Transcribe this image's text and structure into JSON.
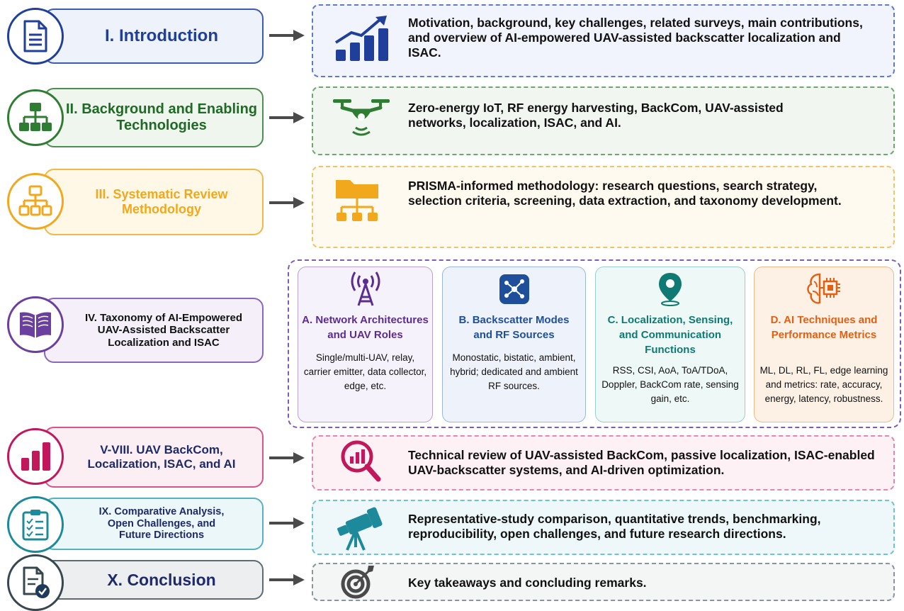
{
  "sections": [
    {
      "title": "I. Introduction",
      "description": "Motivation, background, key challenges, related surveys, main contributions, and overview of AI-empowered UAV-assisted backscatter localization and ISAC.",
      "icon": "document-icon",
      "color": "#1f3f9a"
    },
    {
      "title": "II. Background and Enabling Technologies",
      "description": "Zero-energy IoT, RF energy harvesting, BackCom, UAV-assisted networks, localization, ISAC, and AI.",
      "icon": "hierarchy-icon",
      "color": "#2e7d32"
    },
    {
      "title": "III. Systematic Review Methodology",
      "description": "PRISMA-informed methodology: research questions, search strategy, selection criteria, screening, data extraction, and taxonomy development.",
      "icon": "hierarchy-icon",
      "color": "#f2a81d"
    },
    {
      "title": "IV. Taxonomy of AI-Empowered UAV-Assisted Backscatter Localization and ISAC",
      "icon": "book-icon",
      "color": "#6b3fa0"
    },
    {
      "title": "V-VIII. UAV BackCom, Localization, ISAC, and AI",
      "description": "Technical review of UAV-assisted BackCom, passive localization, ISAC-enabled UAV-backscatter systems, and AI-driven optimization.",
      "icon": "bar-chart-icon",
      "color": "#c2185b"
    },
    {
      "title": "IX. Comparative Analysis, Open Challenges, and Future Directions",
      "description": "Representative-study comparison, quantitative trends, benchmarking, reproducibility, open challenges, and future research directions.",
      "icon": "checklist-icon",
      "color": "#1d8a9c"
    },
    {
      "title": "X. Conclusion",
      "description": "Key takeaways and concluding remarks.",
      "icon": "document-check-icon",
      "color": "#37474f"
    }
  ],
  "taxonomy": [
    {
      "title": "A. Network Architectures and UAV Roles",
      "body": "Single/multi-UAV, relay, carrier emitter, data collector, edge, etc.",
      "icon": "antenna-icon",
      "color": "#5b2d91"
    },
    {
      "title": "B. Backscatter Modes and RF Sources",
      "body": "Monostatic, bistatic, ambient, hybrid; dedicated and ambient RF sources.",
      "icon": "network-icon",
      "color": "#1f4e9a"
    },
    {
      "title": "C. Localization, Sensing, and Communication Functions",
      "body": "RSS, CSI, AoA, ToA/TDoA, Doppler, BackCom rate, sensing gain, etc.",
      "icon": "location-pin-icon",
      "color": "#0f7a73"
    },
    {
      "title": "D. AI Techniques and Performance Metrics",
      "body": "ML, DL, RL, FL, edge learning and metrics: rate, accuracy, energy, latency, robustness.",
      "icon": "ai-brain-icon",
      "color": "#e35f12"
    }
  ]
}
